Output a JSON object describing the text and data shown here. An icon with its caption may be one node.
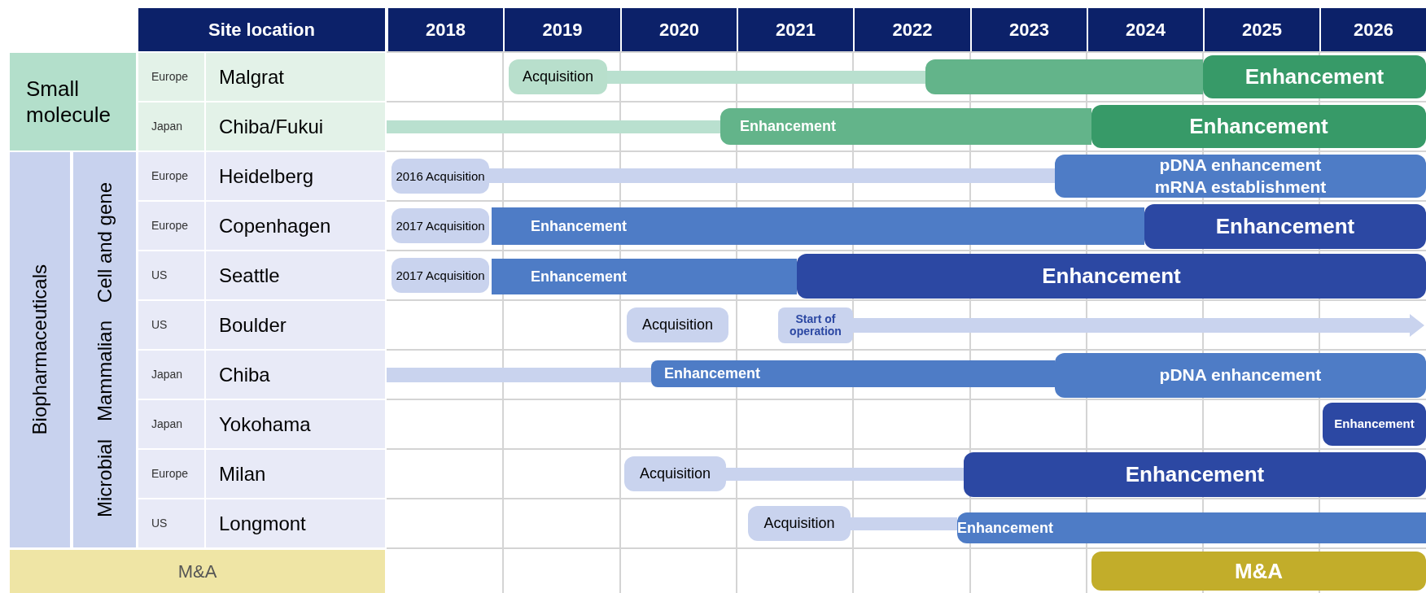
{
  "diagram": {
    "nodes": [
      {
        "text": [
          "Site location"
        ]
      },
      {
        "text": [
          "2018"
        ]
      },
      {
        "text": [
          "2019"
        ]
      },
      {
        "text": [
          "2020"
        ]
      },
      {
        "text": [
          "2021"
        ]
      },
      {
        "text": [
          "2022"
        ]
      },
      {
        "text": [
          "2023"
        ]
      },
      {
        "text": [
          "2024"
        ]
      },
      {
        "text": [
          "2025"
        ]
      },
      {
        "text": [
          "2026"
        ]
      },
      {
        "text": [
          "Small molecule"
        ]
      },
      {
        "text": [
          "Europe"
        ]
      },
      {
        "text": [
          "Malgrat"
        ]
      },
      {
        "text": [
          "Acquisition"
        ]
      },
      {
        "text": [],
        "shape": "bar"
      },
      {
        "text": [],
        "shape": "bar"
      },
      {
        "text": [
          "Enhancement"
        ]
      },
      {
        "text": [
          "Japan"
        ]
      },
      {
        "text": [
          "Chiba/Fukui"
        ]
      },
      {
        "text": [],
        "shape": "bar"
      },
      {
        "text": [
          "Enhancement"
        ]
      },
      {
        "text": [
          "Enhancement"
        ]
      },
      {
        "text": [
          "Biopharmaceuticals"
        ]
      },
      {
        "text": [
          "Microbial",
          "Mammalian",
          "Cell and gene"
        ]
      },
      {
        "text": [
          "Europe"
        ]
      },
      {
        "text": [
          "Heidelberg"
        ]
      },
      {
        "text": [
          "2016 Acquisition"
        ]
      },
      {
        "text": [],
        "shape": "bar"
      },
      {
        "text": [
          "pDNA enhancement",
          "mRNA establishment"
        ]
      },
      {
        "text": [
          "Europe"
        ]
      },
      {
        "text": [
          "Copenhagen"
        ]
      },
      {
        "text": [
          "2017 Acquisition"
        ]
      },
      {
        "text": [
          "Enhancement"
        ]
      },
      {
        "text": [
          "Enhancement"
        ]
      },
      {
        "text": [
          "US"
        ]
      },
      {
        "text": [
          "Seattle"
        ]
      },
      {
        "text": [
          "2017 Acquisition"
        ]
      },
      {
        "text": [
          "Enhancement"
        ]
      },
      {
        "text": [
          "Enhancement"
        ]
      },
      {
        "text": [
          "US"
        ]
      },
      {
        "text": [
          "Boulder"
        ]
      },
      {
        "text": [
          "Acquisition"
        ]
      },
      {
        "text": [
          "Start of operation"
        ]
      },
      {
        "text": [],
        "shape": "arrow"
      },
      {
        "text": [
          "Japan"
        ]
      },
      {
        "text": [
          "Chiba"
        ]
      },
      {
        "text": [],
        "shape": "bar"
      },
      {
        "text": [
          "Enhancement"
        ]
      },
      {
        "text": [
          "pDNA enhancement"
        ]
      },
      {
        "text": [
          "Japan"
        ]
      },
      {
        "text": [
          "Yokohama"
        ]
      },
      {
        "text": [
          "Enhancement"
        ]
      },
      {
        "text": [
          "Europe"
        ]
      },
      {
        "text": [
          "Milan"
        ]
      },
      {
        "text": [
          "Acquisition"
        ]
      },
      {
        "text": [],
        "shape": "bar"
      },
      {
        "text": [
          "Enhancement"
        ]
      },
      {
        "text": [
          "US"
        ]
      },
      {
        "text": [
          "Longmont"
        ]
      },
      {
        "text": [
          "Acquisition"
        ]
      },
      {
        "text": [],
        "shape": "bar"
      },
      {
        "text": [
          "Enhancement"
        ]
      },
      {
        "text": [
          "M&A"
        ]
      },
      {
        "text": [
          "M&A"
        ]
      }
    ]
  }
}
